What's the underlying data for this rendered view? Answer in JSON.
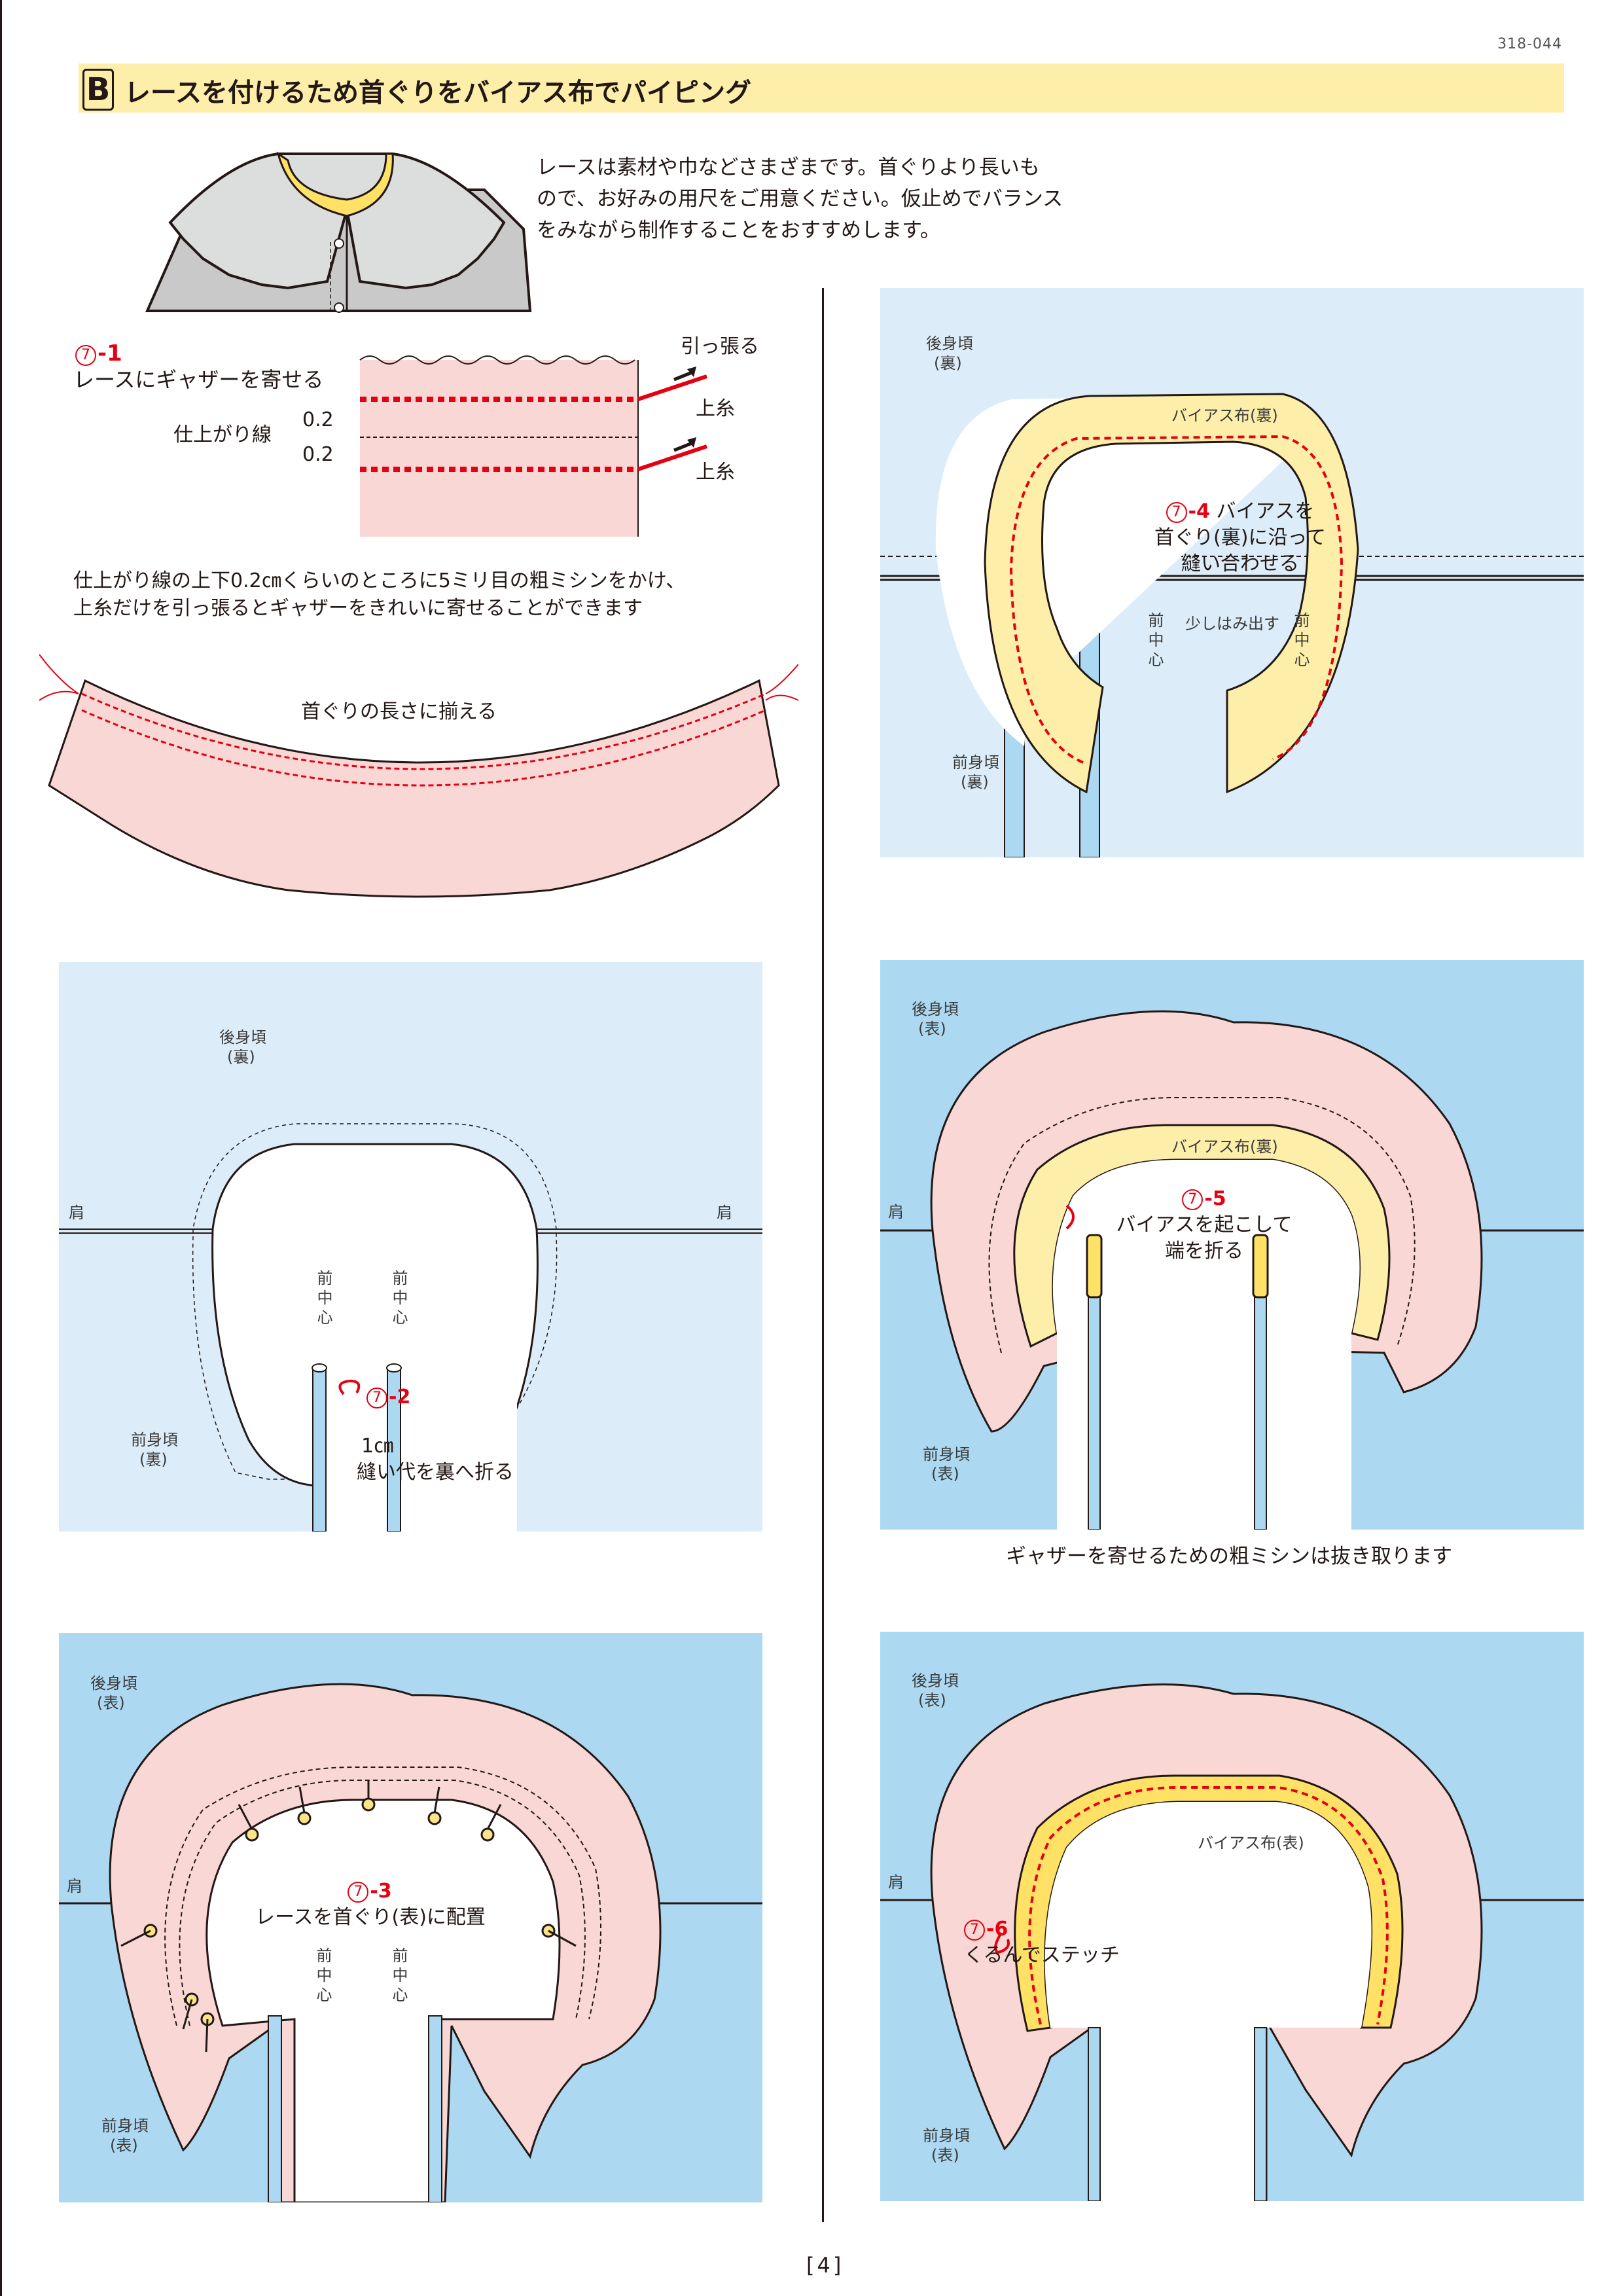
{
  "page": {
    "doc_id": "318-044",
    "page_number": "[4]"
  },
  "header": {
    "section_badge": "B",
    "title": "レースを付けるため首ぐりをバイアス布でパイピング"
  },
  "intro": {
    "lines": [
      "レースは素材や巾などさまざまです。首ぐりより長いも",
      "ので、お好みの用尺をご用意ください。仮止めでバランス",
      "をみながら制作することをおすすめします。"
    ]
  },
  "colors": {
    "header_bg": "#fdeeaa",
    "panel_light_blue": "#dcedf9",
    "panel_blue": "#acd8f1",
    "lace_pink": "#f8d7d5",
    "bias_yellow": "#fdeeaa",
    "bias_yellow_face": "#ffe265",
    "accent_red": "#e50012",
    "ink": "#231815"
  },
  "step_7_1": {
    "number_circle": "7",
    "number_suffix": "-1",
    "title": "レースにギャザーを寄せる",
    "finish_line_label": "仕上がり線",
    "offset_top": "0.2",
    "offset_bottom": "0.2",
    "pull_label": "引っ張る",
    "upper_thread_top": "上糸",
    "upper_thread_bottom": "上糸",
    "note_lines": [
      "仕上がり線の上下0.2㎝くらいのところに5ミリ目の粗ミシンをかけ、",
      "上糸だけを引っ張るとギャザーをきれいに寄せることができます"
    ],
    "match_label": "首ぐりの長さに揃える"
  },
  "step_7_2": {
    "number_circle": "7",
    "number_suffix": "-2",
    "back_body": "後身頃",
    "back_side": "(裏)",
    "shoulder_left": "肩",
    "shoulder_right": "肩",
    "center_front_left": "前中心",
    "center_front_right": "前中心",
    "front_body": "前身頃",
    "front_side": "(裏)",
    "measure": "1㎝",
    "instruction": "縫い代を裏へ折る"
  },
  "step_7_3": {
    "number_circle": "7",
    "number_suffix": "-3",
    "instruction": "レースを首ぐり(表)に配置",
    "back_body": "後身頃",
    "back_side": "(表)",
    "shoulder_left": "肩",
    "center_front_left": "前中心",
    "center_front_right": "前中心",
    "front_body": "前身頃",
    "front_side": "(表)"
  },
  "step_7_4": {
    "number_circle": "7",
    "number_suffix": "-4",
    "instruction_lines": [
      "バイアスを",
      "首ぐり(裏)に沿って",
      "縫い合わせる"
    ],
    "back_body": "後身頃",
    "back_side": "(裏)",
    "bias_label": "バイアス布(裏)",
    "center_front_left": "前中心",
    "center_front_right": "前中心",
    "protrude_label": "少しはみ出す",
    "front_body": "前身頃",
    "front_side": "(裏)"
  },
  "step_7_5": {
    "number_circle": "7",
    "number_suffix": "-5",
    "instruction_lines": [
      "バイアスを起こして",
      "端を折る"
    ],
    "back_body": "後身頃",
    "back_side": "(表)",
    "bias_label": "バイアス布(裏)",
    "shoulder_left": "肩",
    "front_body": "前身頃",
    "front_side": "(表)",
    "caption": "ギャザーを寄せるための粗ミシンは抜き取ります"
  },
  "step_7_6": {
    "number_circle": "7",
    "number_suffix": "-6",
    "instruction": "くるんでステッチ",
    "back_body": "後身頃",
    "back_side": "(表)",
    "bias_label": "バイアス布(表)",
    "shoulder_left": "肩",
    "front_body": "前身頃",
    "front_side": "(表)"
  }
}
